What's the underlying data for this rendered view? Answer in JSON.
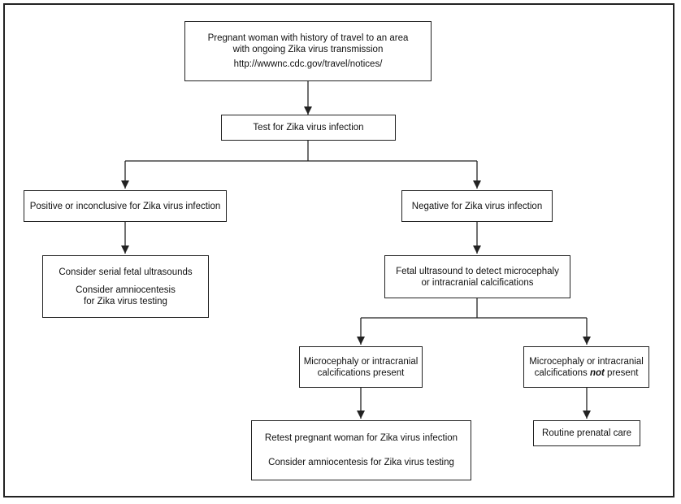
{
  "nodes": {
    "start": {
      "line1": "Pregnant woman with history of travel to an area",
      "line2": "with ongoing Zika virus transmission",
      "link": "http://wwwnc.cdc.gov/travel/notices/"
    },
    "test": {
      "label": "Test for Zika virus infection"
    },
    "positive": {
      "label": "Positive or inconclusive for Zika virus infection"
    },
    "negative": {
      "label": "Negative for Zika virus infection"
    },
    "serial": {
      "line1": "Consider serial fetal ultrasounds",
      "line2": "Consider amniocentesis",
      "line3": "for Zika virus testing"
    },
    "ultrasound": {
      "line1": "Fetal ultrasound to detect microcephaly",
      "line2": "or intracranial calcifications"
    },
    "present": {
      "line1": "Microcephaly or intracranial",
      "line2": "calcifications present"
    },
    "not_present": {
      "line1": "Microcephaly or intracranial",
      "line2_pre": "calcifications ",
      "line2_em": "not",
      "line2_post": " present"
    },
    "retest": {
      "line1": "Retest pregnant woman for Zika virus infection",
      "line2": "Consider amniocentesis for Zika virus testing"
    },
    "routine": {
      "label": "Routine prenatal care"
    }
  }
}
